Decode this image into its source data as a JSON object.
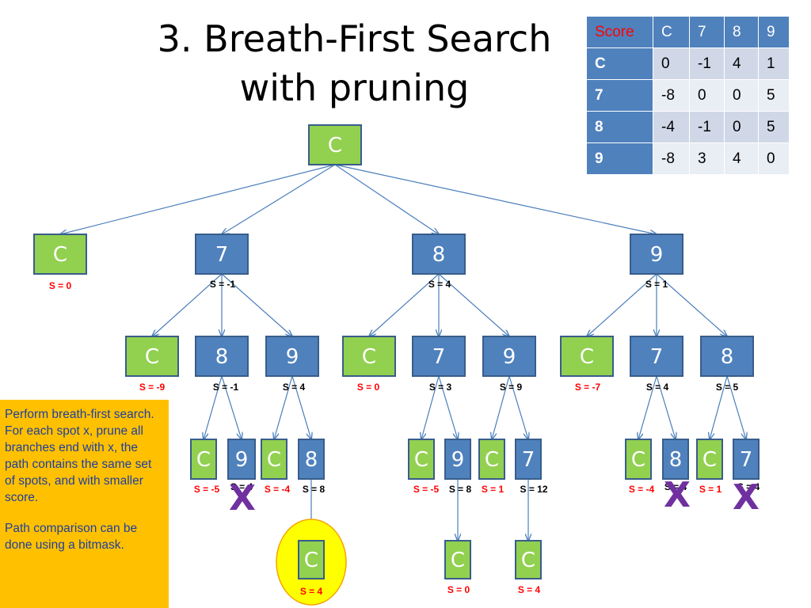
{
  "title": {
    "line1": "3. Breath-First Search",
    "line2": "with pruning"
  },
  "score_table": {
    "header": [
      "Score",
      "C",
      "7",
      "8",
      "9"
    ],
    "rows": [
      {
        "label": "C",
        "values": [
          "0",
          "-1",
          "4",
          "1"
        ]
      },
      {
        "label": "7",
        "values": [
          "-8",
          "0",
          "0",
          "5"
        ]
      },
      {
        "label": "8",
        "values": [
          "-4",
          "-1",
          "0",
          "5"
        ]
      },
      {
        "label": "9",
        "values": [
          "-8",
          "3",
          "4",
          "0"
        ]
      }
    ]
  },
  "tree": {
    "nodes": [
      {
        "id": "root",
        "label": "C",
        "kind": "green",
        "score": "",
        "parent": null
      },
      {
        "id": "l1a",
        "label": "C",
        "kind": "green",
        "score": "S = 0",
        "score_color": "#ff0000",
        "parent": "root"
      },
      {
        "id": "l1b",
        "label": "7",
        "kind": "blue",
        "score": "S = -1",
        "score_color": "#000000",
        "parent": "root"
      },
      {
        "id": "l1c",
        "label": "8",
        "kind": "blue",
        "score": "S = 4",
        "score_color": "#000000",
        "parent": "root"
      },
      {
        "id": "l1d",
        "label": "9",
        "kind": "blue",
        "score": "S = 1",
        "score_color": "#000000",
        "parent": "root"
      },
      {
        "id": "l2a",
        "label": "C",
        "kind": "green",
        "score": "S = -9",
        "score_color": "#ff0000",
        "parent": "l1b"
      },
      {
        "id": "l2b",
        "label": "8",
        "kind": "blue",
        "score": "S = -1",
        "score_color": "#000000",
        "parent": "l1b"
      },
      {
        "id": "l2c",
        "label": "9",
        "kind": "blue",
        "score": "S = 4",
        "score_color": "#000000",
        "parent": "l1b"
      },
      {
        "id": "l2d",
        "label": "C",
        "kind": "green",
        "score": "S = 0",
        "score_color": "#ff0000",
        "parent": "l1c"
      },
      {
        "id": "l2e",
        "label": "7",
        "kind": "blue",
        "score": "S = 3",
        "score_color": "#000000",
        "parent": "l1c"
      },
      {
        "id": "l2f",
        "label": "9",
        "kind": "blue",
        "score": "S = 9",
        "score_color": "#000000",
        "parent": "l1c"
      },
      {
        "id": "l2g",
        "label": "C",
        "kind": "green",
        "score": "S = -7",
        "score_color": "#ff0000",
        "parent": "l1d"
      },
      {
        "id": "l2h",
        "label": "7",
        "kind": "blue",
        "score": "S = 4",
        "score_color": "#000000",
        "parent": "l1d"
      },
      {
        "id": "l2i",
        "label": "8",
        "kind": "blue",
        "score": "S = 5",
        "score_color": "#000000",
        "parent": "l1d"
      },
      {
        "id": "l3a",
        "label": "C",
        "kind": "green",
        "score": "S = -5",
        "score_color": "#ff0000",
        "parent": "l2b"
      },
      {
        "id": "l3b",
        "label": "9",
        "kind": "blue",
        "score": "S = 4",
        "score_color": "#000000",
        "parent": "l2b",
        "pruned": true
      },
      {
        "id": "l3c",
        "label": "C",
        "kind": "green",
        "score": "S = -4",
        "score_color": "#ff0000",
        "parent": "l2c"
      },
      {
        "id": "l3d",
        "label": "8",
        "kind": "blue",
        "score": "S = 8",
        "score_color": "#000000",
        "parent": "l2c"
      },
      {
        "id": "l3e",
        "label": "C",
        "kind": "green",
        "score": "S = -5",
        "score_color": "#ff0000",
        "parent": "l2e"
      },
      {
        "id": "l3f",
        "label": "9",
        "kind": "blue",
        "score": "S = 8",
        "score_color": "#000000",
        "parent": "l2e"
      },
      {
        "id": "l3g",
        "label": "C",
        "kind": "green",
        "score": "S = 1",
        "score_color": "#ff0000",
        "parent": "l2f"
      },
      {
        "id": "l3h",
        "label": "7",
        "kind": "blue",
        "score": "S = 12",
        "score_color": "#000000",
        "parent": "l2f"
      },
      {
        "id": "l3i",
        "label": "C",
        "kind": "green",
        "score": "S = -4",
        "score_color": "#ff0000",
        "parent": "l2h"
      },
      {
        "id": "l3j",
        "label": "8",
        "kind": "blue",
        "score": "S = 4",
        "score_color": "#000000",
        "parent": "l2h",
        "pruned": true
      },
      {
        "id": "l3k",
        "label": "C",
        "kind": "green",
        "score": "S = 1",
        "score_color": "#ff0000",
        "parent": "l2i"
      },
      {
        "id": "l3l",
        "label": "7",
        "kind": "blue",
        "score": "S = 4",
        "score_color": "#000000",
        "parent": "l2i",
        "pruned": true
      },
      {
        "id": "l4a",
        "label": "C",
        "kind": "green",
        "score": "S = 4",
        "score_color": "#ff0000",
        "parent": "l3d",
        "highlighted": true
      },
      {
        "id": "l4b",
        "label": "C",
        "kind": "green",
        "score": "S = 0",
        "score_color": "#ff0000",
        "parent": "l3f"
      },
      {
        "id": "l4c",
        "label": "C",
        "kind": "green",
        "score": "S = 4",
        "score_color": "#ff0000",
        "parent": "l3h"
      }
    ],
    "prune_mark": "X"
  },
  "colors": {
    "green_fill": "#92d050",
    "blue_fill": "#4f81bd",
    "node_border": "#385d8a",
    "edge": "#4a7ebb",
    "prune_mark": "#7030a0",
    "highlight_fill": "#ffff00",
    "highlight_border": "#f2a500"
  },
  "note": {
    "paragraph1": "Perform breath-first search. For each spot x, prune all branches end with x, the path contains the same set of spots, and with smaller score.",
    "paragraph2": "Path comparison can be done using a bitmask."
  }
}
